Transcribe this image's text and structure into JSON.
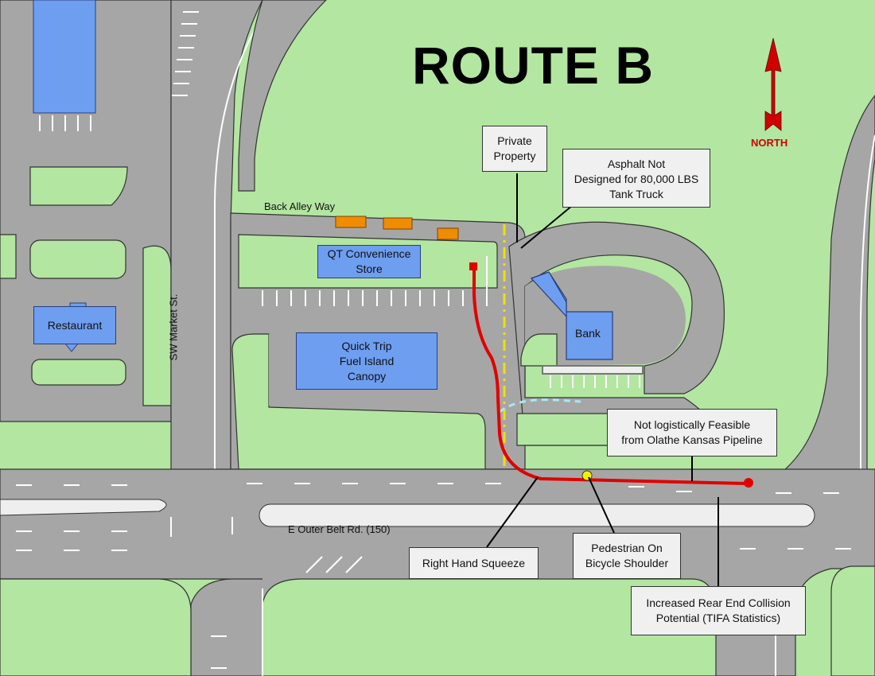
{
  "title": "ROUTE B",
  "compass": {
    "label": "NORTH",
    "color": "#d10000",
    "icon": "north-arrow-icon"
  },
  "colors": {
    "grass": "#b3e6a1",
    "pavement": "#a6a6a6",
    "building": "#6e9ef0",
    "route": "#e00000",
    "property_line": "#f0e000",
    "proposed_drive": "#a8e8f0",
    "parking_stall": "#f08c00"
  },
  "streets": {
    "back_alley": "Back Alley Way",
    "market": "SW Market St.",
    "outer_belt": "E Outer Belt Rd. (150)"
  },
  "buildings": {
    "restaurant": "Restaurant",
    "qt_store": "QT Convenience\nStore",
    "fuel_canopy": "Quick Trip\nFuel Island\nCanopy",
    "bank": "Bank"
  },
  "callouts": {
    "private_property": "Private\nProperty",
    "asphalt": "Asphalt Not\nDesigned for 80,000 LBS\nTank Truck",
    "logistics": "Not logistically Feasible\nfrom Olathe Kansas Pipeline",
    "right_hand": "Right Hand Squeeze",
    "pedestrian": "Pedestrian On\nBicycle Shoulder",
    "collision": "Increased Rear End Collision\nPotential (TIFA Statistics)"
  }
}
